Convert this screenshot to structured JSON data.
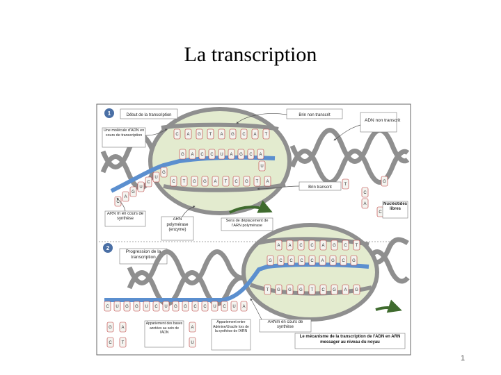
{
  "slide": {
    "title": "La transcription",
    "page_number": "1"
  },
  "figure": {
    "step1": {
      "number": "1",
      "labels": {
        "debut": "Début de la transcription",
        "brin_non_transcrit": "Brin non transcrit",
        "adn_non_transcrit": "ADN non transcrit",
        "molecule_adn": "Une molécule d'ADN en cours de transcription",
        "brin_transcrit": "Brin transcrit",
        "nucleotides_libres": "Nucléotides libres",
        "arnm_synthese": "ARN m en cours de synthèse",
        "arn_polymerase": "ARN polymérase (enzyme)",
        "sens_deplacement": "Sens de déplacement de l'ARN polymérase"
      },
      "top_strand_bases": [
        "C",
        "A",
        "G",
        "T",
        "A",
        "G",
        "C",
        "A",
        "T"
      ],
      "rna_bases": [
        "G",
        "A",
        "C",
        "C",
        "U",
        "A",
        "G",
        "C",
        "A"
      ],
      "bottom_strand_bases": [
        "C",
        "T",
        "G",
        "G",
        "A",
        "T",
        "C",
        "G",
        "T",
        "A"
      ],
      "left_rna_tail": [
        "C",
        "A",
        "G",
        "U",
        "C",
        "U",
        "G"
      ],
      "free_nucleotides": [
        "U",
        "T",
        "C",
        "G",
        "A",
        "C"
      ]
    },
    "step2": {
      "number": "2",
      "labels": {
        "progression": "Progression de la transcription",
        "appariement_adn": "Appariement des bases azotées au sein de l'ADN",
        "appariement_synthese": "Appariement entre Adénine/Uracile lors de la synthèse de l'ARN",
        "arnm_synthese": "ARNm en cours de synthèse",
        "caption": "Le mécanisme de la transcription de l'ADN en ARN messager au niveau du noyau"
      },
      "top_strand_bases": [
        "A",
        "A",
        "C",
        "C",
        "A",
        "G",
        "C",
        "T"
      ],
      "rna_bases": [
        "G",
        "C",
        "C",
        "C",
        "C",
        "A",
        "G",
        "C",
        "G"
      ],
      "bottom_strand_bases": [
        "T",
        "G",
        "G",
        "G",
        "T",
        "C",
        "G",
        "A",
        "G"
      ],
      "rna_strand": [
        "C",
        "U",
        "G",
        "G",
        "U",
        "C",
        "U",
        "G",
        "G",
        "C",
        "C",
        "U",
        "C",
        "U",
        "A"
      ],
      "pairs_left": [
        [
          "G",
          "C"
        ],
        [
          "A",
          "T"
        ]
      ],
      "pairs_right": [
        [
          "A",
          "U"
        ]
      ]
    }
  },
  "colors": {
    "dna_gray": "#8f8f8f",
    "rna_blue": "#5b8fcf",
    "bubble_green": "#e3ebcf",
    "arrow_green": "#3f6b2e",
    "frame": "#555555"
  }
}
